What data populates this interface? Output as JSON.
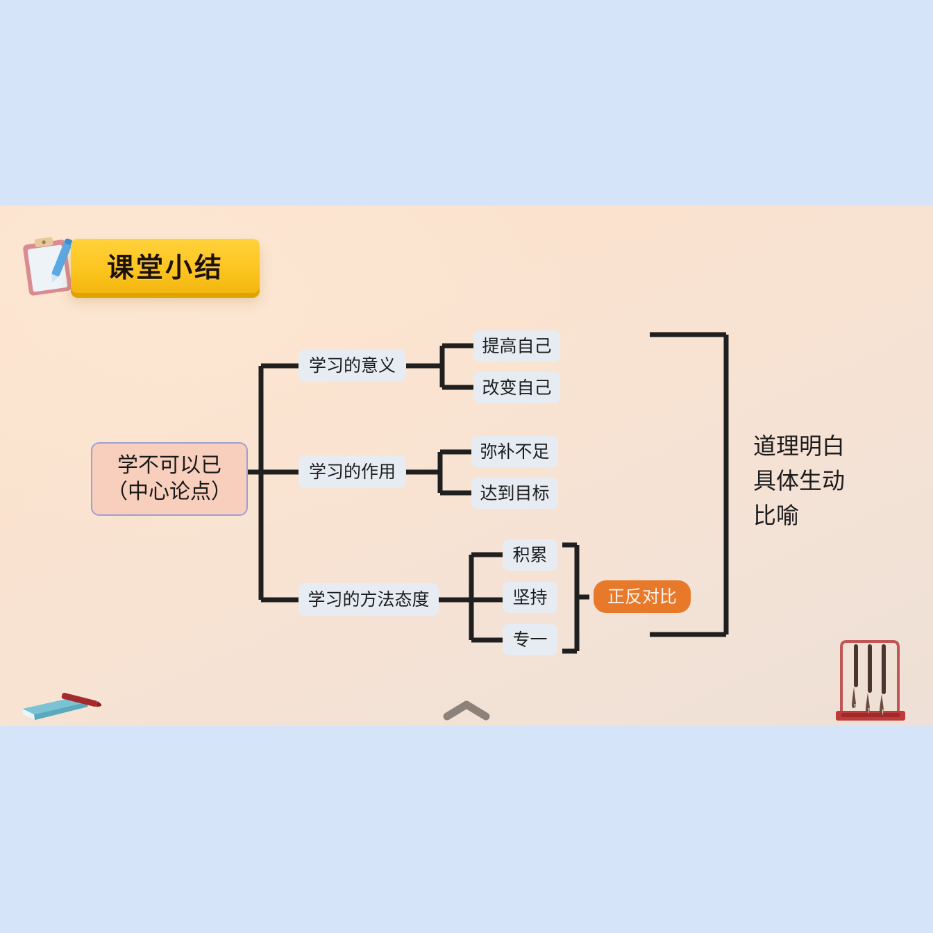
{
  "slide": {
    "title": "课堂小结",
    "background_color": "#fae2ce",
    "page_background_color": "#d6e4fa"
  },
  "mindmap": {
    "center": {
      "line1": "学不可以已",
      "line2": "（中心论点）",
      "fill": "#f8cfbd",
      "border": "#9b9fd6"
    },
    "branches": [
      {
        "label": "学习的意义",
        "children": [
          "提高自己",
          "改变自己"
        ]
      },
      {
        "label": "学习的作用",
        "children": [
          "弥补不足",
          "达到目标"
        ]
      },
      {
        "label": "学习的方法态度",
        "children": [
          "积累",
          "坚持",
          "专一"
        ]
      }
    ],
    "compare_badge": {
      "label": "正反对比",
      "fill": "#e8792a",
      "text_color": "#fdf4ea"
    },
    "summary": "道理明白\n具体生动\n比喻"
  },
  "decorations": {
    "clipboard": "clipboard-icon",
    "book": "book-icon",
    "brush_rack": "brush-rack-icon",
    "collapse": "chevron-up-icon"
  }
}
